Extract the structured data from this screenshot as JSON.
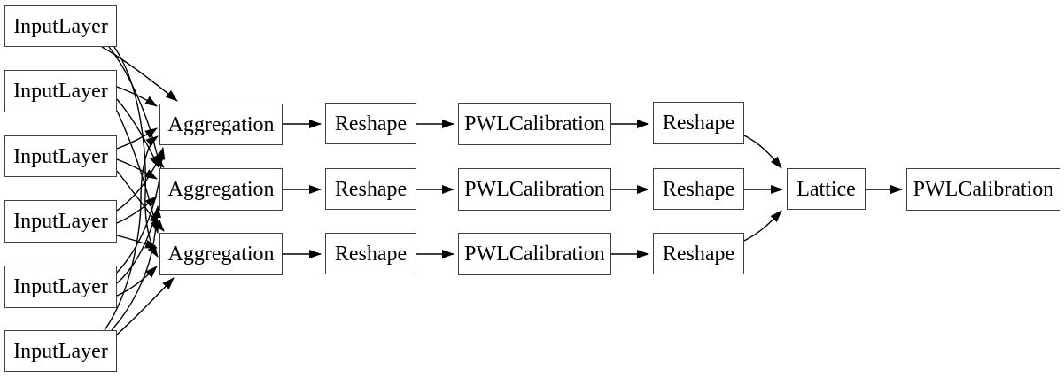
{
  "diagram": {
    "kind": "model-architecture-graph",
    "background_color": "#ffffff",
    "node_fill_color": "#ffffff",
    "node_border_color": "#3f3f3f",
    "edge_color": "#000000",
    "text_color": "#000000",
    "nodes": [
      {
        "id": "input_layer_1",
        "label": "InputLayer"
      },
      {
        "id": "input_layer_2",
        "label": "InputLayer"
      },
      {
        "id": "input_layer_3",
        "label": "InputLayer"
      },
      {
        "id": "input_layer_4",
        "label": "InputLayer"
      },
      {
        "id": "input_layer_5",
        "label": "InputLayer"
      },
      {
        "id": "input_layer_6",
        "label": "InputLayer"
      },
      {
        "id": "aggregation_1",
        "label": "Aggregation"
      },
      {
        "id": "aggregation_2",
        "label": "Aggregation"
      },
      {
        "id": "aggregation_3",
        "label": "Aggregation"
      },
      {
        "id": "reshape_pre_1",
        "label": "Reshape"
      },
      {
        "id": "reshape_pre_2",
        "label": "Reshape"
      },
      {
        "id": "reshape_pre_3",
        "label": "Reshape"
      },
      {
        "id": "pwl_calibration_1",
        "label": "PWLCalibration"
      },
      {
        "id": "pwl_calibration_2",
        "label": "PWLCalibration"
      },
      {
        "id": "pwl_calibration_3",
        "label": "PWLCalibration"
      },
      {
        "id": "reshape_post_1",
        "label": "Reshape"
      },
      {
        "id": "reshape_post_2",
        "label": "Reshape"
      },
      {
        "id": "reshape_post_3",
        "label": "Reshape"
      },
      {
        "id": "lattice",
        "label": "Lattice"
      },
      {
        "id": "pwl_calibration_output",
        "label": "PWLCalibration"
      }
    ],
    "edges": [
      {
        "from": "input_layer_1",
        "to": "aggregation_1"
      },
      {
        "from": "input_layer_1",
        "to": "aggregation_2"
      },
      {
        "from": "input_layer_1",
        "to": "aggregation_3"
      },
      {
        "from": "input_layer_2",
        "to": "aggregation_1"
      },
      {
        "from": "input_layer_2",
        "to": "aggregation_2"
      },
      {
        "from": "input_layer_2",
        "to": "aggregation_3"
      },
      {
        "from": "input_layer_3",
        "to": "aggregation_1"
      },
      {
        "from": "input_layer_3",
        "to": "aggregation_2"
      },
      {
        "from": "input_layer_3",
        "to": "aggregation_3"
      },
      {
        "from": "input_layer_4",
        "to": "aggregation_1"
      },
      {
        "from": "input_layer_4",
        "to": "aggregation_2"
      },
      {
        "from": "input_layer_4",
        "to": "aggregation_3"
      },
      {
        "from": "input_layer_5",
        "to": "aggregation_1"
      },
      {
        "from": "input_layer_5",
        "to": "aggregation_2"
      },
      {
        "from": "input_layer_5",
        "to": "aggregation_3"
      },
      {
        "from": "input_layer_6",
        "to": "aggregation_1"
      },
      {
        "from": "input_layer_6",
        "to": "aggregation_2"
      },
      {
        "from": "input_layer_6",
        "to": "aggregation_3"
      },
      {
        "from": "aggregation_1",
        "to": "reshape_pre_1"
      },
      {
        "from": "aggregation_2",
        "to": "reshape_pre_2"
      },
      {
        "from": "aggregation_3",
        "to": "reshape_pre_3"
      },
      {
        "from": "reshape_pre_1",
        "to": "pwl_calibration_1"
      },
      {
        "from": "reshape_pre_2",
        "to": "pwl_calibration_2"
      },
      {
        "from": "reshape_pre_3",
        "to": "pwl_calibration_3"
      },
      {
        "from": "pwl_calibration_1",
        "to": "reshape_post_1"
      },
      {
        "from": "pwl_calibration_2",
        "to": "reshape_post_2"
      },
      {
        "from": "pwl_calibration_3",
        "to": "reshape_post_3"
      },
      {
        "from": "reshape_post_1",
        "to": "lattice"
      },
      {
        "from": "reshape_post_2",
        "to": "lattice"
      },
      {
        "from": "reshape_post_3",
        "to": "lattice"
      },
      {
        "from": "lattice",
        "to": "pwl_calibration_output"
      }
    ]
  }
}
